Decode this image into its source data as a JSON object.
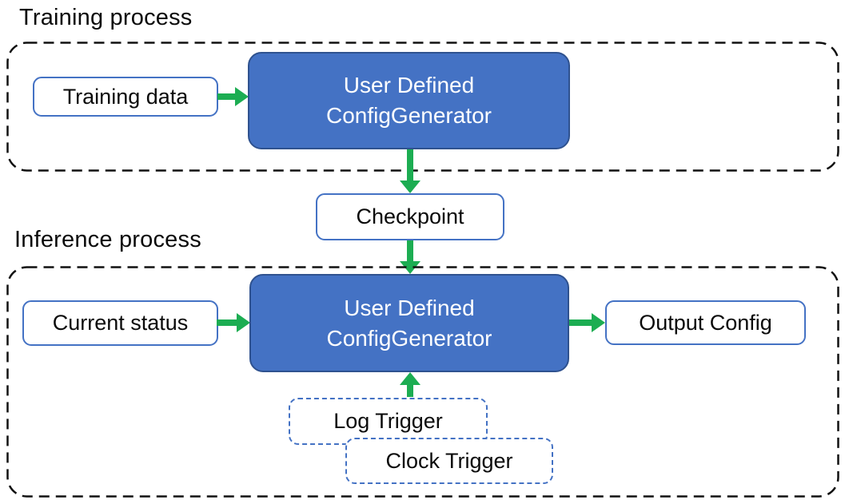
{
  "colors": {
    "box_fill": "#4472C4",
    "box_border": "#2F528F",
    "outline_blue": "#4472C4",
    "arrow_green": "#1CAD52",
    "frame_black": "#111111",
    "text_dark": "#0a0a0a",
    "text_light": "#ffffff"
  },
  "training": {
    "label": "Training process",
    "input_box": "Training data",
    "generator_line1": "User Defined",
    "generator_line2": "ConfigGenerator"
  },
  "checkpoint": {
    "label": "Checkpoint"
  },
  "inference": {
    "label": "Inference process",
    "input_box": "Current status",
    "generator_line1": "User Defined",
    "generator_line2": "ConfigGenerator",
    "output_box": "Output Config",
    "log_trigger": "Log Trigger",
    "clock_trigger": "Clock Trigger"
  }
}
